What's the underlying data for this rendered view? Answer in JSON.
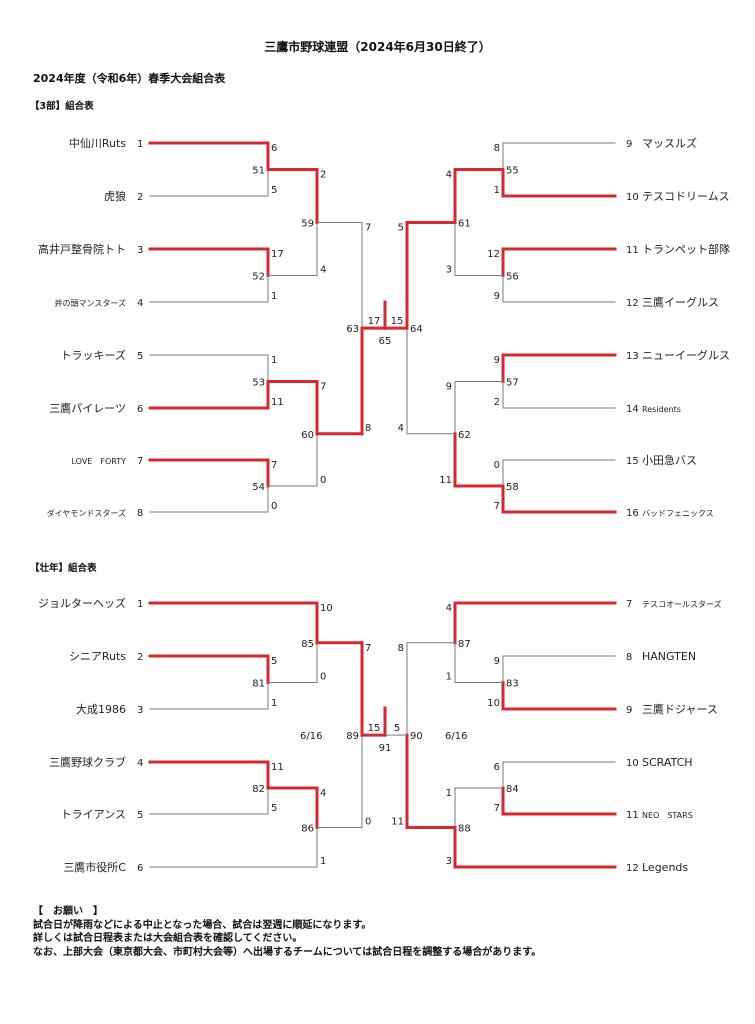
{
  "header": {
    "title": "三鷹市野球連盟（2024年6月30日終了）",
    "subtitle": "2024年度（令和6年）春季大会組合表"
  },
  "colors": {
    "winner": "#d7282f",
    "loser": "#7a7a7a"
  },
  "sections": [
    {
      "label": "【3部】組合表",
      "top": {
        "left": [
          {
            "name": "中仙川Ruts",
            "seed": "1"
          },
          {
            "name": "虎狼",
            "seed": "2"
          },
          {
            "name": "高井戸整骨院トト",
            "seed": "3"
          },
          {
            "name": "井の頭マンスターズ",
            "seed": "4"
          },
          {
            "name": "トラッキーズ",
            "seed": "5"
          },
          {
            "name": "三鷹パイレーツ",
            "seed": "6"
          },
          {
            "name": "LOVE　FORTY",
            "seed": "7"
          },
          {
            "name": "ダイヤモンドスターズ",
            "seed": "8"
          }
        ],
        "right": [
          {
            "name": "マッスルズ",
            "seed": "9"
          },
          {
            "name": "テスコドリームス",
            "seed": "10"
          },
          {
            "name": "トランペット部隊",
            "seed": "11"
          },
          {
            "name": "三鷹イーグルス",
            "seed": "12"
          },
          {
            "name": "ニューイーグルス",
            "seed": "13"
          },
          {
            "name": "Residents",
            "seed": "14"
          },
          {
            "name": "小田急バス",
            "seed": "15"
          },
          {
            "name": "バッドフェニックス",
            "seed": "16"
          }
        ]
      }
    },
    {
      "label": "【壮年】組合表",
      "top": {
        "left": [
          {
            "name": "ジョルターヘッズ",
            "seed": "1"
          },
          {
            "name": "シニアRuts",
            "seed": "2"
          },
          {
            "name": "大成1986",
            "seed": "3"
          },
          {
            "name": "三鷹野球クラブ",
            "seed": "4"
          },
          {
            "name": "トライアンス",
            "seed": "5"
          },
          {
            "name": "三鷹市役所C",
            "seed": "6"
          }
        ],
        "right": [
          {
            "name": "テスコオールスターズ",
            "seed": "7"
          },
          {
            "name": "HANGTEN",
            "seed": "8"
          },
          {
            "name": "三鷹ドジャース",
            "seed": "9"
          },
          {
            "name": "SCRATCH",
            "seed": "10"
          },
          {
            "name": "NEO　STARS",
            "seed": "11"
          },
          {
            "name": "Legends",
            "seed": "12"
          }
        ]
      }
    }
  ],
  "matches": {
    "d3": {
      "m51": {
        "no": "51",
        "s1": "6",
        "s2": "5"
      },
      "m52": {
        "no": "52",
        "s1": "17",
        "s2": "1"
      },
      "m53": {
        "no": "53",
        "s1": "1",
        "s2": "11"
      },
      "m54": {
        "no": "54",
        "s1": "7",
        "s2": "0"
      },
      "m59": {
        "no": "59",
        "s1": "2",
        "s2": "4"
      },
      "m60": {
        "no": "60",
        "s1": "7",
        "s2": "0"
      },
      "m63": {
        "no": "63",
        "s1": "7",
        "s2": "8"
      },
      "m55": {
        "no": "55",
        "s1": "8",
        "s2": "1"
      },
      "m56": {
        "no": "56",
        "s1": "12",
        "s2": "9"
      },
      "m57": {
        "no": "57",
        "s1": "9",
        "s2": "2"
      },
      "m58": {
        "no": "58",
        "s1": "0",
        "s2": "7"
      },
      "m61": {
        "no": "61",
        "s1": "4",
        "s2": "3"
      },
      "m62": {
        "no": "62",
        "s1": "9",
        "s2": "11"
      },
      "m64": {
        "no": "64",
        "s1": "5",
        "s2": "4"
      },
      "final": {
        "no": "65",
        "s1": "17",
        "s2": "15"
      }
    },
    "senior": {
      "m81": {
        "no": "81",
        "s1": "5",
        "s2": "1"
      },
      "m82": {
        "no": "82",
        "s1": "11",
        "s2": "5"
      },
      "m85": {
        "no": "85",
        "s1": "10",
        "s2": "0"
      },
      "m86": {
        "no": "86",
        "s1": "4",
        "s2": "1"
      },
      "m89": {
        "no": "89",
        "s1": "7",
        "s2": "0"
      },
      "m83": {
        "no": "83",
        "s1": "9",
        "s2": "10"
      },
      "m84": {
        "no": "84",
        "s1": "6",
        "s2": "7"
      },
      "m87": {
        "no": "87",
        "s1": "4",
        "s2": "1"
      },
      "m88": {
        "no": "88",
        "s1": "1",
        "s2": "3"
      },
      "m90": {
        "no": "90",
        "s1": "8",
        "s2": "11"
      },
      "final": {
        "no": "91",
        "s1": "15",
        "s2": "5"
      },
      "date_left": "6/16",
      "date_right": "6/16"
    }
  },
  "notes": {
    "heading": "【　お願い　】",
    "lines": [
      "試合日が降雨などによる中止となった場合、試合は翌週に順延になります。",
      "詳しくは試合日程表または大会組合表を確認してください。",
      "なお、上部大会（東京都大会、市町村大会等）へ出場するチームについては試合日程を調整する場合があります。"
    ]
  }
}
